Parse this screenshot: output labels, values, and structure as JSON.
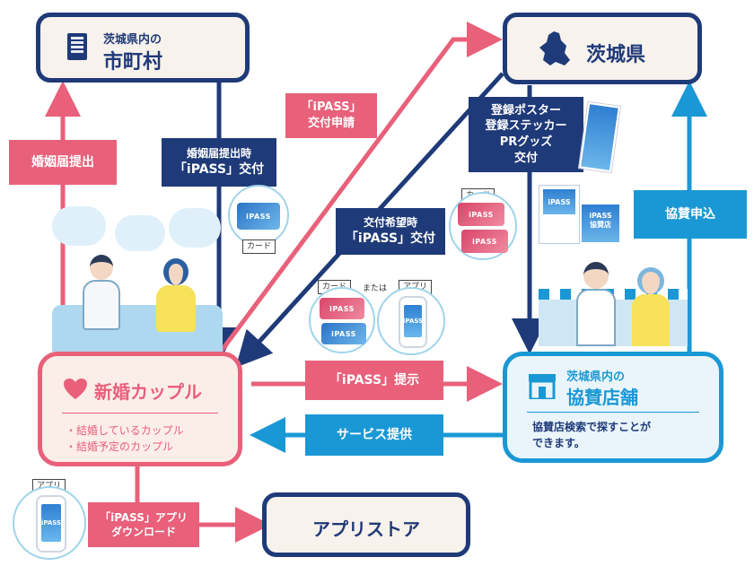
{
  "nodes": {
    "municipality": {
      "line1": "茨城県内の",
      "line2": "市町村",
      "icon": "building-icon"
    },
    "prefecture": {
      "title": "茨城県",
      "icon": "ibaraki-map-icon"
    },
    "couple": {
      "title": "新婚カップル",
      "icon": "heart-icon",
      "items": [
        "・結婚しているカップル",
        "・結婚予定のカップル"
      ]
    },
    "shop": {
      "line1": "茨城県内の",
      "line2": "協賛店舗",
      "icon": "shop-icon",
      "desc_line1": "協賛店検索で探すことが",
      "desc_line2": "できます。"
    },
    "appstore": {
      "title": "アプリストア"
    }
  },
  "labels": {
    "marriage_submit": "婚姻届提出",
    "on_submit_line1": "婚姻届提出時",
    "on_submit_line2": "「iPASS」交付",
    "ipass_request_line1": "「iPASS」",
    "ipass_request_line2": "交付申請",
    "materials": [
      "登録ポスター",
      "登録ステッカー",
      "PRグッズ",
      "交付"
    ],
    "on_request_line1": "交付希望時",
    "on_request_line2": "「iPASS」交付",
    "sponsor_apply": "協賛申込",
    "ipass_present": "「iPASS」提示",
    "service_provide": "サービス提供",
    "app_dl_line1": "「iPASS」アプリ",
    "app_dl_line2": "ダウンロード"
  },
  "mini_labels": {
    "card": "カード",
    "or": "または",
    "app": "アプリ"
  },
  "card_text": "iPASS",
  "stickers": {
    "logo": "iPASS",
    "sub": "協賛店"
  },
  "colors": {
    "navy": "#1f3a78",
    "pink": "#e8607a",
    "blue": "#1a98d5",
    "cream": "#f7f2ec"
  }
}
